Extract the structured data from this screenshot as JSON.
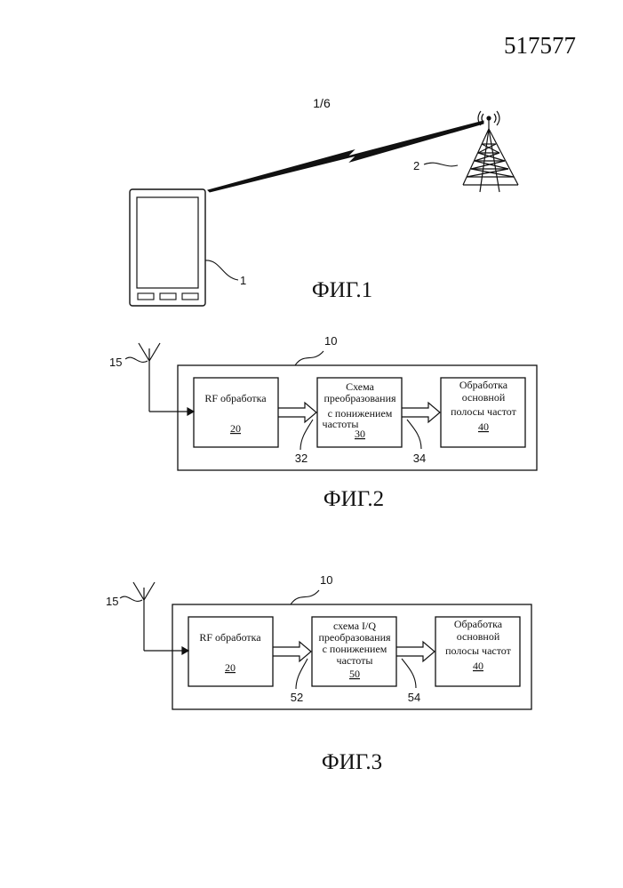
{
  "page": {
    "patent_number": "517577",
    "sheet_number": "1/6"
  },
  "fig1": {
    "caption": "ФИГ.1",
    "device_ref": "1",
    "tower_ref": "2"
  },
  "fig2": {
    "caption": "ФИГ.2",
    "container_ref": "10",
    "antenna_ref": "15",
    "rf_block": {
      "label": "RF обработка",
      "ref": "20"
    },
    "downconv_block": {
      "line1": "Схема",
      "line2": "преобразования",
      "line3": "с понижением",
      "line4": "частоты",
      "ref": "30"
    },
    "baseband_block": {
      "line1": "Обработка",
      "line2": "основной",
      "line3": "полосы частот",
      "ref": "40"
    },
    "signal_in_ref": "32",
    "signal_out_ref": "34"
  },
  "fig3": {
    "caption": "ФИГ.3",
    "container_ref": "10",
    "antenna_ref": "15",
    "rf_block": {
      "label": "RF обработка",
      "ref": "20"
    },
    "iq_block": {
      "line1": "схема I/Q",
      "line2": "преобразования",
      "line3": "с понижением",
      "line4": "частоты",
      "ref": "50"
    },
    "baseband_block": {
      "line1": "Обработка",
      "line2": "основной",
      "line3": "полосы частот",
      "ref": "40"
    },
    "signal_in_ref": "52",
    "signal_out_ref": "54"
  }
}
